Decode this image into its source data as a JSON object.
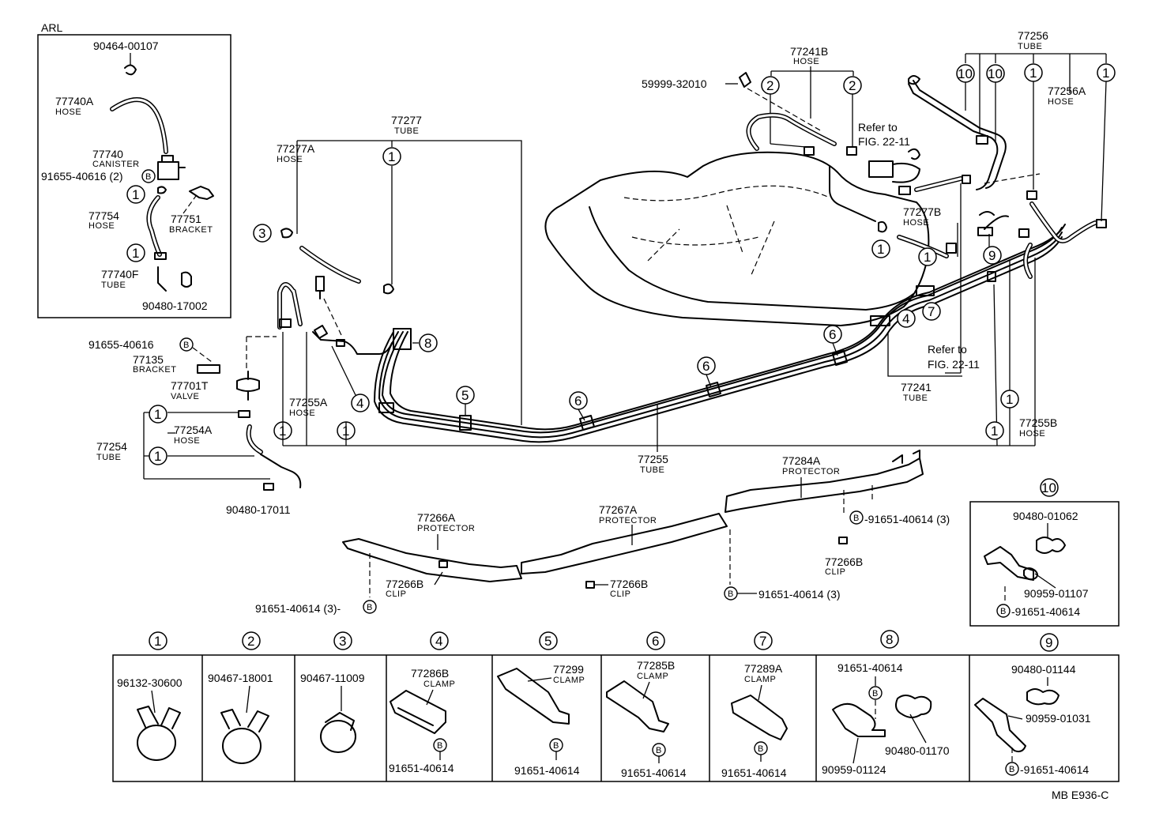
{
  "inset_arl": {
    "title": "ARL",
    "p_90464_00107": "90464-00107",
    "p_77740A": "77740A",
    "l_hose_1": "HOSE",
    "p_77740": "77740",
    "l_canister": "CANISTER",
    "p_91655_40616_2": "91655-40616 (2)",
    "p_77754": "77754",
    "l_hose_2": "HOSE",
    "p_77751": "77751",
    "l_bracket": "BRACKET",
    "p_77740F": "77740F",
    "l_tube": "TUBE",
    "p_90480_17002": "90480-17002"
  },
  "left": {
    "p_91655_40616": "91655-40616",
    "p_77135": "77135",
    "l_bracket": "BRACKET",
    "p_77701T": "77701T",
    "l_valve": "VALVE",
    "p_77254": "77254",
    "l_tube": "TUBE",
    "p_77254A": "77254A",
    "l_hose": "HOSE",
    "p_90480_17011": "90480-17011"
  },
  "main": {
    "p_77277": "77277",
    "l_tube_77277": "TUBE",
    "p_77277A": "77277A",
    "l_hose_77277A": "HOSE",
    "p_77255A": "77255A",
    "l_hose_77255A": "HOSE",
    "p_77255": "77255",
    "l_tube_77255": "TUBE",
    "p_77241B": "77241B",
    "l_hose_77241B": "HOSE",
    "p_59999_32010": "59999-32010",
    "refer_1": "Refer to",
    "refer_1b": "FIG. 22-11",
    "p_77277B": "77277B",
    "l_hose_77277B": "HOSE",
    "p_77256": "77256",
    "l_tube_77256": "TUBE",
    "p_77256A": "77256A",
    "l_hose_77256A": "HOSE",
    "refer_2": "Refer to",
    "refer_2b": "FIG. 22-11",
    "p_77241": "77241",
    "l_tube_77241": "TUBE",
    "p_77255B": "77255B",
    "l_hose_77255B": "HOSE"
  },
  "protectors": {
    "p_77284A": "77284A",
    "l_protector_1": "PROTECTOR",
    "p_77267A": "77267A",
    "l_protector_2": "PROTECTOR",
    "p_77266A": "77266A",
    "l_protector_3": "PROTECTOR",
    "p_77266B_1": "77266B",
    "l_clip_1": "CLIP",
    "p_77266B_2": "77266B",
    "l_clip_2": "CLIP",
    "p_77266B_3": "77266B",
    "l_clip_3": "CLIP",
    "bolt_1": "-91651-40614 (3)",
    "bolt_2": "91651-40614 (3)",
    "bolt_3": "91651-40614 (3)-"
  },
  "inset10": {
    "num": "10",
    "p_90480_01062": "90480-01062",
    "p_90959_01107": "90959-01107",
    "bolt": "-91651-40614"
  },
  "table": {
    "headers": [
      "1",
      "2",
      "3",
      "4",
      "5",
      "6",
      "7",
      "8",
      "9"
    ],
    "c1": "96132-30600",
    "c2": "90467-18001",
    "c3": "90467-11009",
    "c4_part": "77286B",
    "c4_lbl": "CLAMP",
    "c4_bolt": "91651-40614",
    "c5_part": "77299",
    "c5_lbl": "CLAMP",
    "c5_bolt": "91651-40614",
    "c6_part": "77285B",
    "c6_lbl": "CLAMP",
    "c6_bolt": "91651-40614",
    "c7_part": "77289A",
    "c7_lbl": "CLAMP",
    "c7_bolt": "91651-40614",
    "c8_bolt": "91651-40614",
    "c8_a": "90959-01124",
    "c8_b": "90480-01170",
    "c9_a": "90480-01144",
    "c9_b": "90959-01031",
    "c9_bolt": "-91651-40614"
  },
  "footer": {
    "code": "MB E936-C"
  },
  "symbols": {
    "n1": "1",
    "n2": "2",
    "n3": "3",
    "n4": "4",
    "n5": "5",
    "n6": "6",
    "n7": "7",
    "n8": "8",
    "n9": "9",
    "n10": "10",
    "b": "B"
  }
}
